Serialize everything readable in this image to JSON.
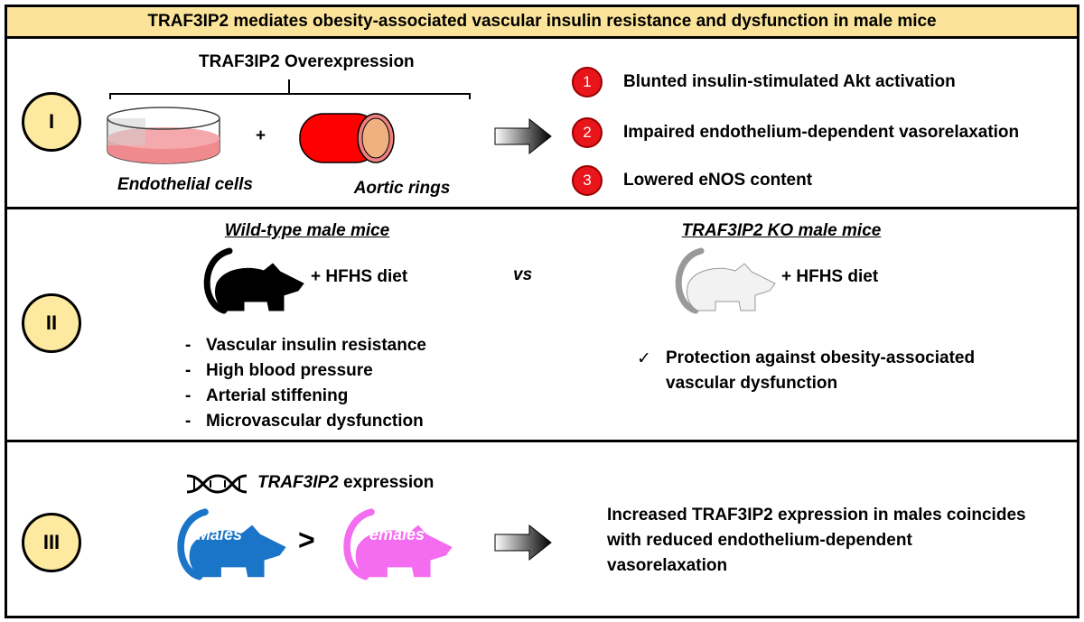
{
  "title": "TRAF3IP2 mediates obesity-associated vascular insulin resistance and dysfunction in male mice",
  "section1": {
    "numeral": "I",
    "heading": "TRAF3IP2 Overexpression",
    "plus": "+",
    "items": [
      "Endothelial cells",
      "Aortic rings"
    ],
    "outcomes": [
      {
        "n": "1",
        "text": "Blunted insulin-stimulated Akt activation"
      },
      {
        "n": "2",
        "text": "Impaired endothelium-dependent vasorelaxation"
      },
      {
        "n": "3",
        "text": "Lowered eNOS content"
      }
    ]
  },
  "section2": {
    "numeral": "II",
    "wt_label": "Wild-type male mice",
    "ko_label": "TRAF3IP2 KO male mice",
    "diet": "+ HFHS diet",
    "vs": "vs",
    "wt_effects": [
      "Vascular insulin resistance",
      "High blood pressure",
      "Arterial stiffening",
      "Microvascular dysfunction"
    ],
    "dash": "-",
    "check": "✓",
    "ko_effect_lines": [
      "Protection against obesity-associated",
      "vascular dysfunction"
    ]
  },
  "section3": {
    "numeral": "III",
    "gene": "TRAF3IP2",
    "expression": "expression",
    "males": "Males",
    "females": "Females",
    "gt": ">",
    "conclusion_lines": [
      "Increased TRAF3IP2 expression in males coincides",
      "with reduced endothelium-dependent",
      "vasorelaxation"
    ]
  },
  "colors": {
    "title_bg": "#fbe49a",
    "outcome_red": "#e8161b",
    "male_blue": "#1a75c8",
    "female_pink": "#f46cf0",
    "tube_red": "#f00000"
  }
}
